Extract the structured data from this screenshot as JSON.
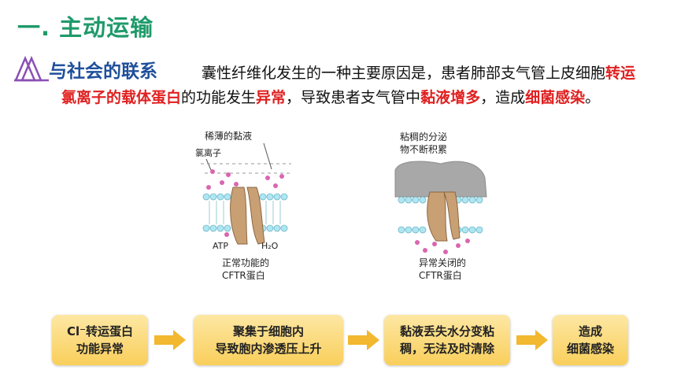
{
  "title": "一. 主动运输",
  "section_label": "与社会的联系",
  "paragraph": {
    "p1": "囊性纤维化发生的一种主要原因是，患者肺部支气管上皮细胞",
    "h1": "转运氯离子的载体蛋白",
    "p2": "的功能发生",
    "h2": "异常",
    "p3": "，导致患者支气管中",
    "h3": "黏液增多",
    "p4": "，造成",
    "h4": "细菌感染",
    "p5": "。"
  },
  "figure_left": {
    "label_mucus": "稀薄的黏液",
    "label_ion": "氯离子",
    "label_atp": "ATP",
    "label_h2o": "H₂O",
    "caption_line1": "正常功能的",
    "caption_line2": "CFTR蛋白"
  },
  "figure_right": {
    "label_line1": "粘稠的分泌",
    "label_line2": "物不断积累",
    "caption_line1": "异常关闭的",
    "caption_line2": "CFTR蛋白"
  },
  "flow": {
    "step1_line1": "Cl⁻转运蛋白",
    "step1_line2": "功能异常",
    "step2_line1": "聚集于细胞内",
    "step2_line2": "导致胞内渗透压上升",
    "step3_line1": "黏液丢失水分变粘",
    "step3_line2": "稠，无法及时清除",
    "step4_line1": "造成",
    "step4_line2": "细菌感染"
  },
  "colors": {
    "title": "#1f9a6a",
    "section": "#1f4f9a",
    "highlight": "#e02020",
    "box": "#f9cf5b",
    "arrow": "#f2b830"
  }
}
